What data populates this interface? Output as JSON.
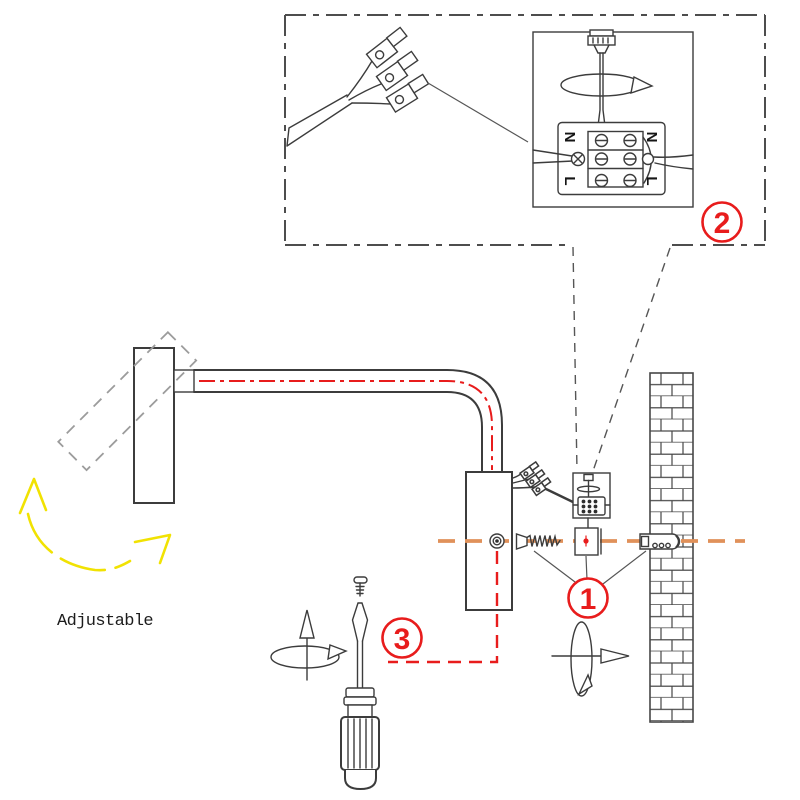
{
  "diagram": {
    "labels": {
      "adjustable": "Adjustable",
      "terminal_left_top": "N",
      "terminal_left_bottom": "L",
      "terminal_right_top": "N",
      "terminal_right_bottom": "L"
    },
    "steps": {
      "step1": "1",
      "step2": "2",
      "step3": "3"
    },
    "colors": {
      "line": "#3c3c3c",
      "accent_red": "#e81c1c",
      "centerline_orange": "#e0915a",
      "highlight_yellow": "#f1e202",
      "ghost_gray": "#9c9c9c",
      "background": "#ffffff"
    }
  }
}
